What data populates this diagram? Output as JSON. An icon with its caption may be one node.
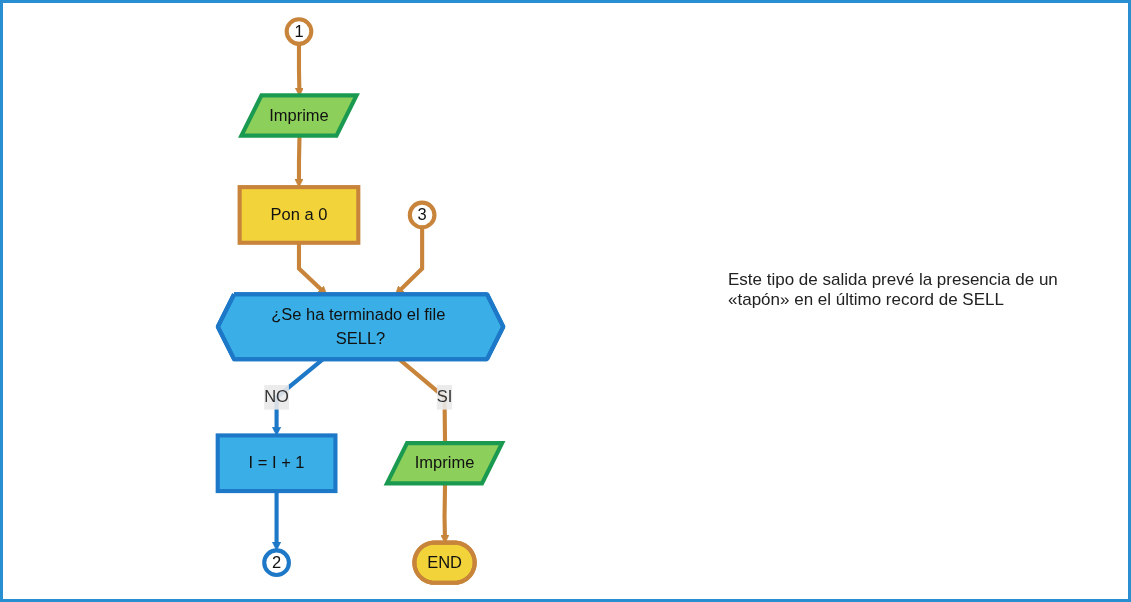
{
  "diagram": {
    "nodes": [
      {
        "text": [
          "1"
        ]
      },
      {
        "text": [
          "Imprime"
        ]
      },
      {
        "text": [
          "Pon a 0"
        ]
      },
      {
        "text": [
          "3"
        ]
      },
      {
        "text": [
          "¿Se ha terminado el file SELL?"
        ]
      },
      {
        "text": [
          "I = I + 1"
        ]
      },
      {
        "text": [
          "2"
        ]
      },
      {
        "text": [
          "Imprime"
        ]
      },
      {
        "text": [
          "END"
        ]
      }
    ],
    "edges": [
      {
        "from": 0,
        "to": 1,
        "arrow": "to"
      },
      {
        "from": 1,
        "to": 2,
        "arrow": "to"
      },
      {
        "from": 2,
        "to": 4,
        "arrow": "to"
      },
      {
        "from": 3,
        "to": 4,
        "arrow": "to"
      },
      {
        "from": 4,
        "to": 5,
        "arrow": "to",
        "label": "NO",
        "color": "#1e78c8"
      },
      {
        "from": 5,
        "to": 6,
        "arrow": "to",
        "color": "#1e78c8"
      },
      {
        "from": 4,
        "to": 7,
        "arrow": "none",
        "label": "SI"
      },
      {
        "from": 7,
        "to": 8,
        "arrow": "to"
      }
    ],
    "labels": [
      "Este tipo de salida prevé la presencia de un «tapón» en el último record de SELL"
    ]
  }
}
